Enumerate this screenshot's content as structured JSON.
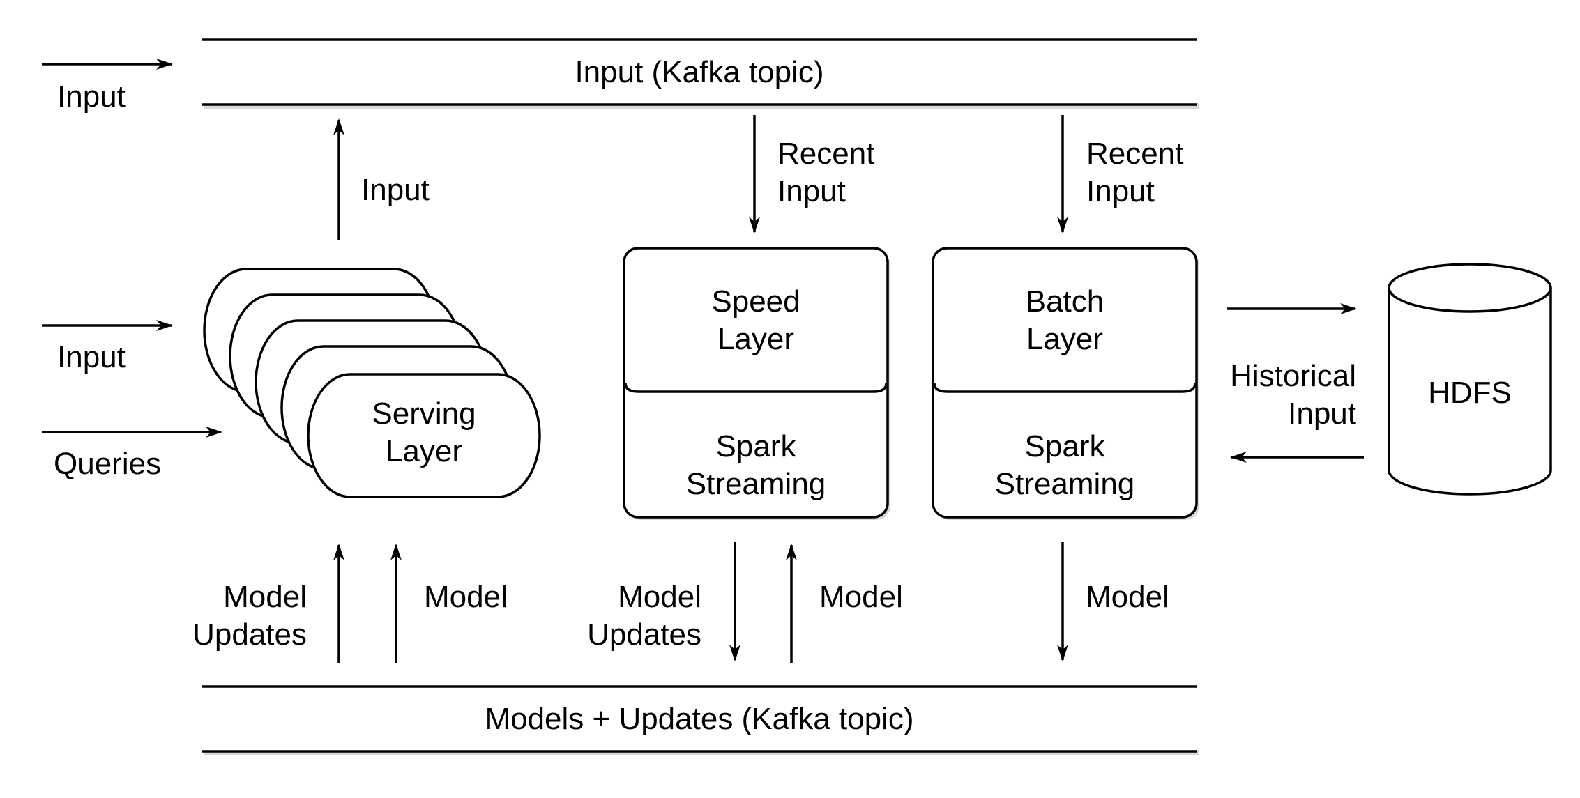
{
  "topics": {
    "input": "Input (Kafka topic)",
    "models": "Models + Updates (Kafka topic)"
  },
  "serving": {
    "line1": "Serving",
    "line2": "Layer"
  },
  "speed": {
    "top1": "Speed",
    "top2": "Layer",
    "bottom1": "Spark",
    "bottom2": "Streaming"
  },
  "batch": {
    "top1": "Batch",
    "top2": "Layer",
    "bottom1": "Spark",
    "bottom2": "Streaming"
  },
  "hdfs": {
    "label": "HDFS"
  },
  "labels": {
    "input_top_left": "Input",
    "input_mid_left": "Input",
    "queries": "Queries",
    "serving_to_input": "Input",
    "speed_recent1": "Recent",
    "speed_recent2": "Input",
    "batch_recent1": "Recent",
    "batch_recent2": "Input",
    "historical1": "Historical",
    "historical2": "Input",
    "serving_updates1": "Model",
    "serving_updates2": "Updates",
    "serving_model": "Model",
    "speed_updates1": "Model",
    "speed_updates2": "Updates",
    "speed_model": "Model",
    "batch_model": "Model"
  }
}
